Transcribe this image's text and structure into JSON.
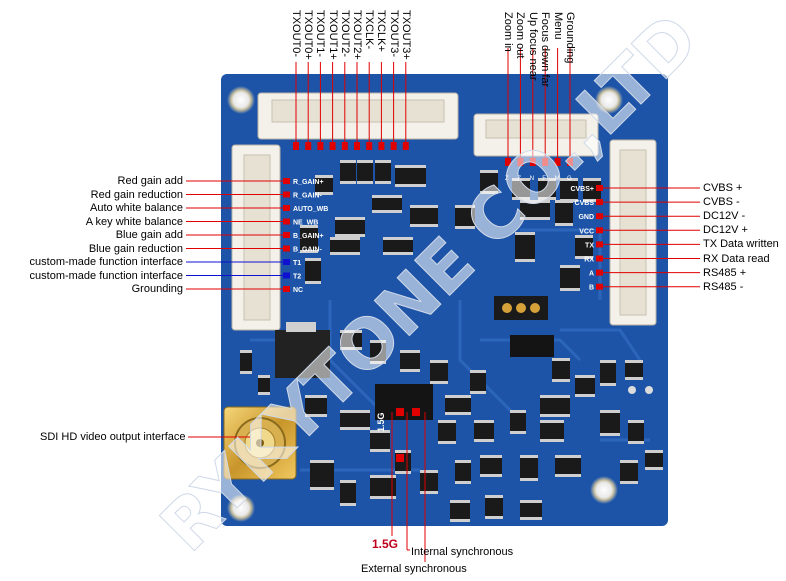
{
  "top_pins_left": [
    "TXOUT0-",
    "TXOUT0+",
    "TXOUT1-",
    "TXOUT1+",
    "TXOUT2-",
    "TXOUT2+",
    "TXCLK-",
    "TXCLK+",
    "TXOUT3-",
    "TXOUT3+"
  ],
  "top_pins_right": [
    "Zoom in",
    "Zoom out",
    "Up focus near",
    "Focus down far",
    "Menu",
    "Grounding"
  ],
  "left_labels": [
    "Red gain add",
    "Red gain reduction",
    "Auto white balance",
    "A key white balance",
    "Blue gain add",
    "Blue gain reduction",
    "custom-made function interface",
    "custom-made function interface",
    "Grounding"
  ],
  "right_labels": [
    "CVBS +",
    "CVBS -",
    "DC12V -",
    "DC12V +",
    "TX Data written",
    "RX Data read",
    "RS485 +",
    "RS485 -"
  ],
  "sdi_label": "SDI HD video output interface",
  "bottom_labels": {
    "g15": "1.5G",
    "internal": "Internal synchronous",
    "external": "External synchronous"
  },
  "board_silk": {
    "left_pins": [
      "R_GAIN+",
      "R_GAIN-",
      "AUTO_WB",
      "NE_WB",
      "B_GAIN+",
      "B_GAIN-",
      "T1",
      "T2",
      "NC"
    ],
    "right_pins": [
      "CVBS+",
      "CVBS",
      "GND",
      "VCC",
      "TX",
      "RX",
      "A",
      "B"
    ],
    "top_right_pins": [
      "Z",
      "Z",
      "N",
      "F",
      "M",
      "G"
    ],
    "mark_15g": "1.5G"
  },
  "watermark": "RYKYTONE CO.,LTD",
  "colors": {
    "board": "#1d54a8",
    "line_red": "#e00000",
    "line_blue": "#1010d0",
    "connector": "#f4f1ea"
  }
}
